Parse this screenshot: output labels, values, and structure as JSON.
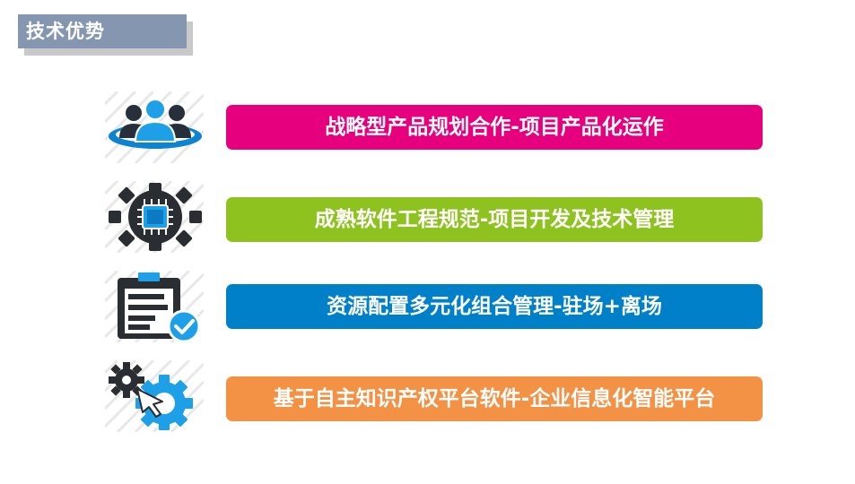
{
  "title": "技术优势",
  "items": [
    {
      "text": "战略型产品规划合作-项目产品化运作",
      "color": "#e6007e",
      "icon": "users-icon"
    },
    {
      "text": "成熟软件工程规范-项目开发及技术管理",
      "color": "#8dc21f",
      "icon": "gear-chip-icon"
    },
    {
      "text": "资源配置多元化组合管理-驻场+离场",
      "color": "#0080c8",
      "icon": "clipboard-check-icon"
    },
    {
      "text": "基于自主知识产权平台软件-企业信息化智能平台",
      "color": "#f39144",
      "icon": "gears-cursor-icon"
    }
  ]
}
